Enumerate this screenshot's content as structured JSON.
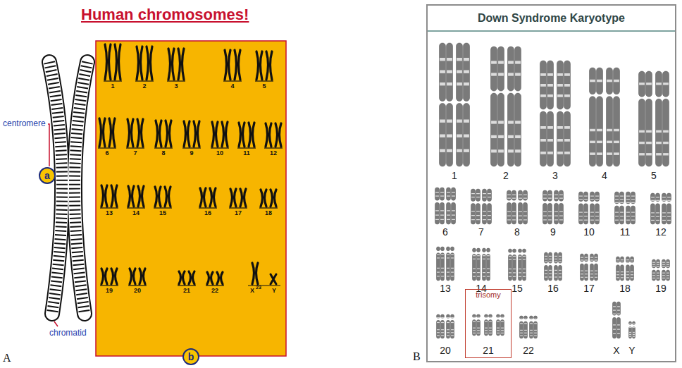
{
  "diagram": {
    "title": "Human chromosomes!",
    "nodes": [
      {
        "text": [
          "a"
        ]
      },
      {
        "text": [
          "b"
        ]
      },
      {
        "text": [
          "Down Syndrome Karyotype"
        ]
      },
      {
        "text": [
          "trisomy",
          "21"
        ],
        "in": 2
      }
    ],
    "labels": [
      "centromere",
      "chromatid",
      "1",
      "2",
      "3",
      "4",
      "5",
      "6",
      "7",
      "8",
      "9",
      "10",
      "11",
      "12",
      "13",
      "14",
      "15",
      "16",
      "17",
      "18",
      "19",
      "20",
      "21",
      "22",
      "X",
      "23",
      "Y",
      "A",
      "1",
      "2",
      "3",
      "4",
      "5",
      "6",
      "7",
      "8",
      "9",
      "10",
      "11",
      "12",
      "13",
      "14",
      "15",
      "16",
      "17",
      "18",
      "19",
      "20",
      "22",
      "X",
      "Y",
      "B"
    ]
  }
}
